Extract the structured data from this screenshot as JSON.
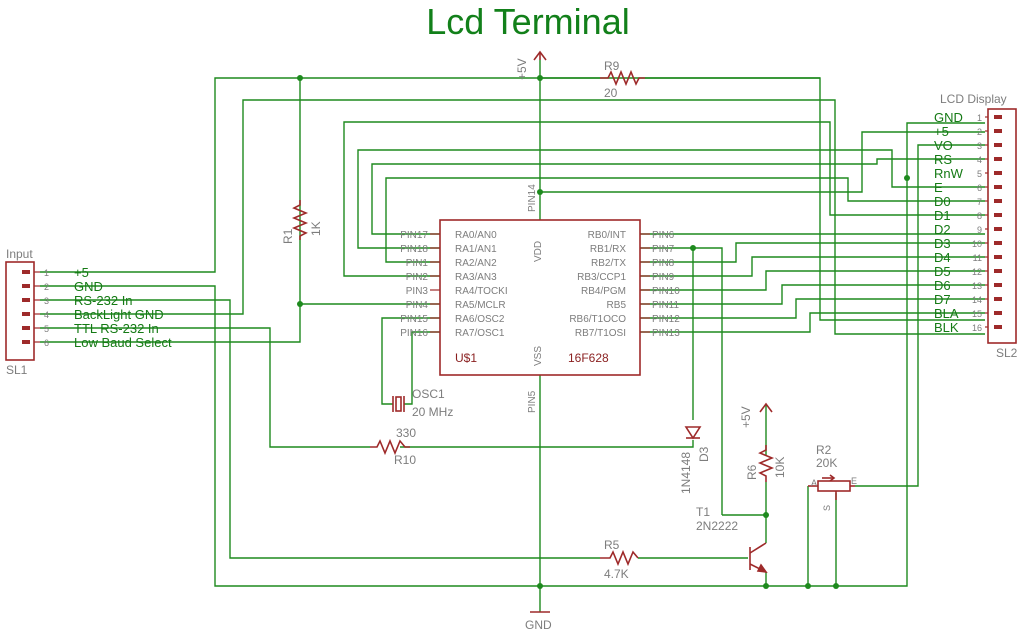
{
  "title": "Lcd Terminal",
  "connector_in": {
    "header": "Input",
    "ref": "SL1",
    "pins": [
      {
        "num": "1",
        "label": "+5"
      },
      {
        "num": "2",
        "label": "GND"
      },
      {
        "num": "3",
        "label": "RS-232 In"
      },
      {
        "num": "4",
        "label": "BackLight GND"
      },
      {
        "num": "5",
        "label": "TTL RS-232 In"
      },
      {
        "num": "6",
        "label": "Low Baud Select"
      }
    ]
  },
  "connector_lcd": {
    "header": "LCD Display",
    "ref": "SL2",
    "pins": [
      {
        "num": "1",
        "label": "GND"
      },
      {
        "num": "2",
        "label": "+5"
      },
      {
        "num": "3",
        "label": "VO"
      },
      {
        "num": "4",
        "label": "RS"
      },
      {
        "num": "5",
        "label": "RnW"
      },
      {
        "num": "6",
        "label": "E"
      },
      {
        "num": "7",
        "label": "D0"
      },
      {
        "num": "8",
        "label": "D1"
      },
      {
        "num": "9",
        "label": "D2"
      },
      {
        "num": "10",
        "label": "D3"
      },
      {
        "num": "11",
        "label": "D4"
      },
      {
        "num": "12",
        "label": "D5"
      },
      {
        "num": "13",
        "label": "D6"
      },
      {
        "num": "14",
        "label": "D7"
      },
      {
        "num": "15",
        "label": "BLA"
      },
      {
        "num": "16",
        "label": "BLK"
      }
    ]
  },
  "mcu": {
    "ref": "U$1",
    "part": "16F628",
    "vdd": "VDD",
    "vss": "VSS",
    "pin14": "PIN14",
    "pin5": "PIN5",
    "left_pins": [
      {
        "pin": "PIN17",
        "name": "RA0/AN0"
      },
      {
        "pin": "PIN18",
        "name": "RA1/AN1"
      },
      {
        "pin": "PIN1",
        "name": "RA2/AN2"
      },
      {
        "pin": "PIN2",
        "name": "RA3/AN3"
      },
      {
        "pin": "PIN3",
        "name": "RA4/TOCKI"
      },
      {
        "pin": "PIN4",
        "name": "RA5/MCLR"
      },
      {
        "pin": "PIN15",
        "name": "RA6/OSC2"
      },
      {
        "pin": "PIN16",
        "name": "RA7/OSC1"
      }
    ],
    "right_pins": [
      {
        "pin": "PIN6",
        "name": "RB0/INT"
      },
      {
        "pin": "PIN7",
        "name": "RB1/RX"
      },
      {
        "pin": "PIN8",
        "name": "RB2/TX"
      },
      {
        "pin": "PIN9",
        "name": "RB3/CCP1"
      },
      {
        "pin": "PIN10",
        "name": "RB4/PGM"
      },
      {
        "pin": "PIN11",
        "name": "RB5"
      },
      {
        "pin": "PIN12",
        "name": "RB6/T1OCO"
      },
      {
        "pin": "PIN13",
        "name": "RB7/T1OSI"
      }
    ]
  },
  "parts": {
    "r1_ref": "R1",
    "r1_val": "1K",
    "r9_ref": "R9",
    "r9_val": "20",
    "r10_ref": "R10",
    "r10_val": "330",
    "r5_ref": "R5",
    "r5_val": "4.7K",
    "r6_ref": "R6",
    "r6_val": "10K",
    "r2_ref": "R2",
    "r2_val": "20K",
    "r2_a": "A",
    "r2_e": "E",
    "r2_s": "S",
    "osc_ref": "OSC1",
    "osc_val": "20 MHz",
    "d3_ref": "D3",
    "d3_val": "1N4148",
    "t1_ref": "T1",
    "t1_val": "2N2222"
  },
  "supplies": {
    "vcc_top": "+5V",
    "vcc_r6": "+5V",
    "gnd": "GND"
  },
  "colors": {
    "wire": "#1e8a1e",
    "symbol": "#9e2a2a",
    "title": "#12801a",
    "label": "#7d7d7d"
  }
}
